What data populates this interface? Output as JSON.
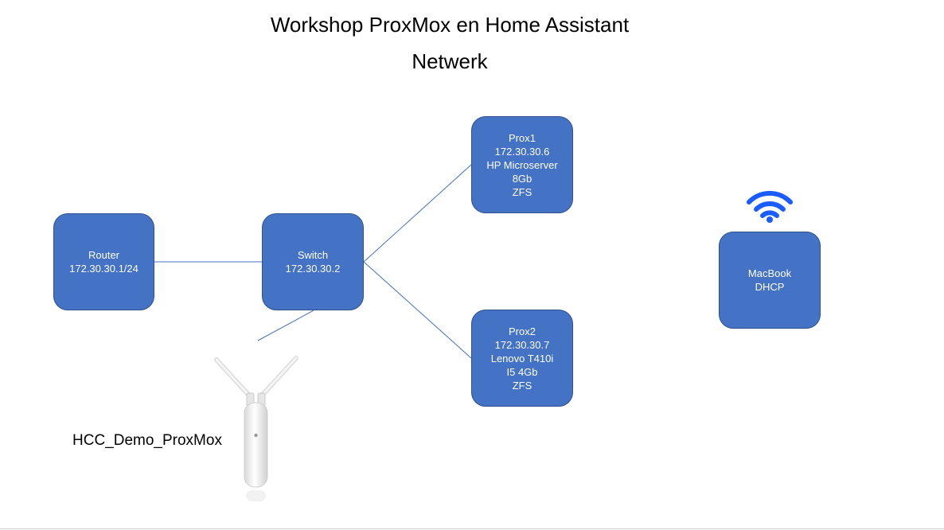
{
  "header": {
    "title": "Workshop ProxMox en Home Assistant",
    "subtitle": "Netwerk"
  },
  "nodes": {
    "router": {
      "lines": [
        "Router",
        "172.30.30.1/24"
      ]
    },
    "switch": {
      "lines": [
        "Switch",
        "172.30.30.2"
      ]
    },
    "prox1": {
      "lines": [
        "Prox1",
        "172.30.30.6",
        "HP Microserver",
        "8Gb",
        "ZFS"
      ]
    },
    "prox2": {
      "lines": [
        "Prox2",
        "172.30.30.7",
        "Lenovo T410i",
        "I5 4Gb",
        "ZFS"
      ]
    },
    "macbook": {
      "lines": [
        "MacBook",
        "DHCP"
      ]
    }
  },
  "access_point": {
    "ssid": "HCC_Demo_ProxMox",
    "icon": "wireless-access-point-icon"
  },
  "wifi": {
    "icon": "wifi-icon"
  },
  "colors": {
    "node_fill": "#4472c4",
    "node_border": "#2f528f",
    "link": "#4472c4",
    "wifi": "#1a5cff"
  }
}
